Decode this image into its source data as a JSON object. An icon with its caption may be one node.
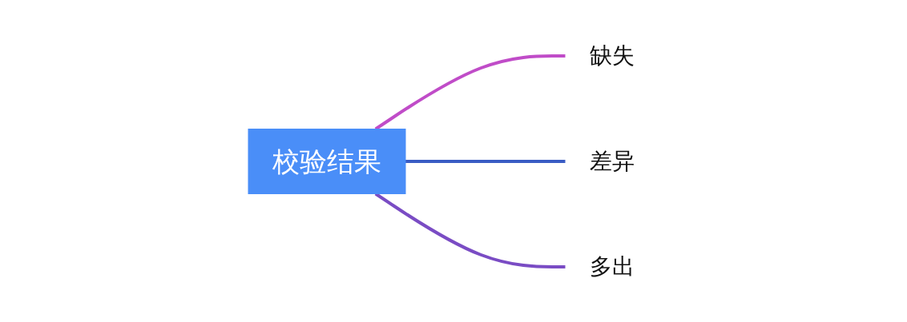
{
  "diagram": {
    "nodes": [
      {
        "text": [
          "校验结果"
        ]
      },
      {
        "text": [
          "缺失"
        ]
      },
      {
        "text": [
          "差异"
        ]
      },
      {
        "text": [
          "多出"
        ]
      }
    ],
    "edges": [
      {
        "from": 0,
        "to": 1,
        "arrow": "none",
        "color": "#c04cc8"
      },
      {
        "from": 0,
        "to": 2,
        "arrow": "none",
        "color": "#3a5cc4"
      },
      {
        "from": 0,
        "to": 3,
        "arrow": "none",
        "color": "#7a4cc4"
      }
    ]
  }
}
